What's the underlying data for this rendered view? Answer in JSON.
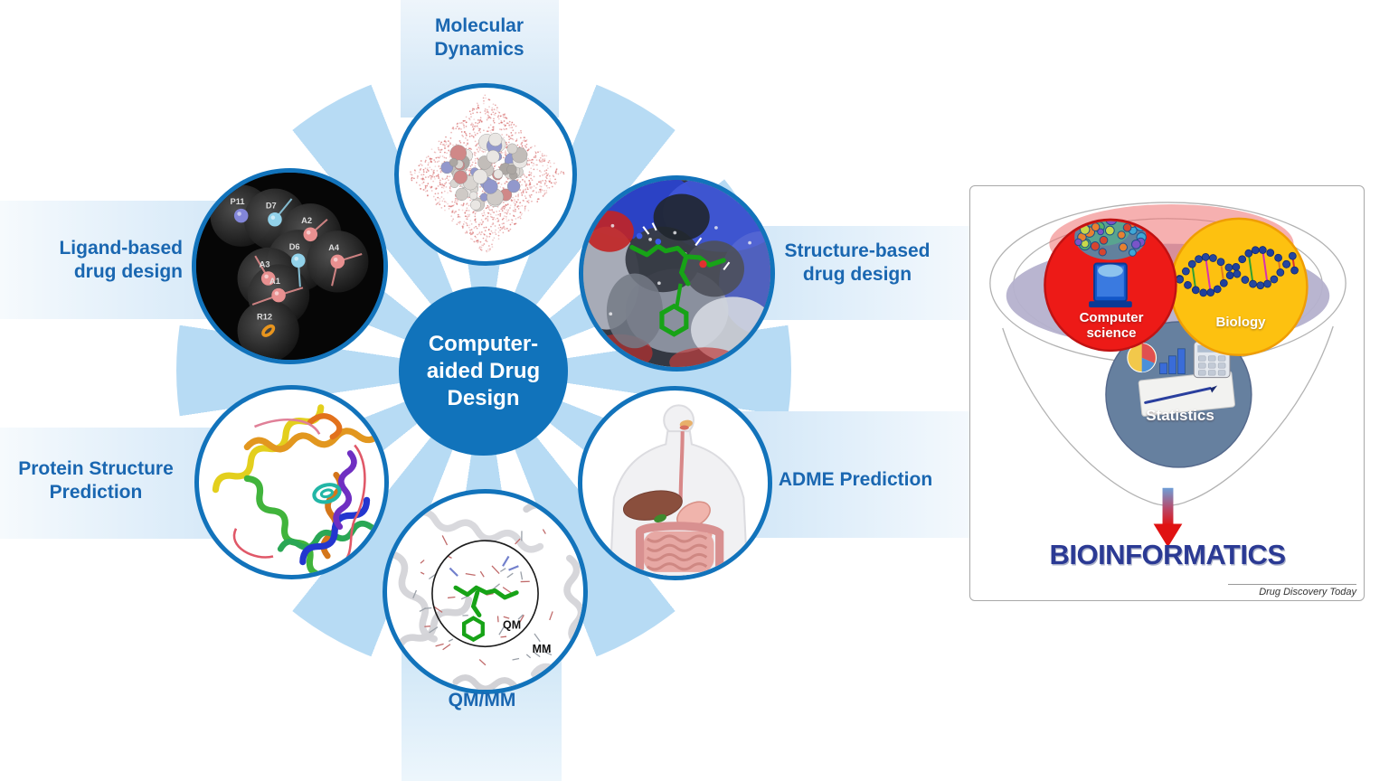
{
  "hub": {
    "center_label": "Computer-aided Drug Design",
    "nodes": [
      {
        "id": "molecular-dynamics",
        "label": "Molecular Dynamics"
      },
      {
        "id": "ligand-based",
        "label": "Ligand-based drug design"
      },
      {
        "id": "structure-based",
        "label": "Structure-based drug design"
      },
      {
        "id": "protein-structure",
        "label": "Protein Structure Prediction"
      },
      {
        "id": "adme",
        "label": "ADME Prediction"
      },
      {
        "id": "qmmm",
        "label": "QM/MM"
      }
    ],
    "pharmacophore_features": [
      {
        "label": "P11",
        "type": "purple-sphere"
      },
      {
        "label": "D7",
        "type": "cyan-sphere"
      },
      {
        "label": "A2",
        "type": "pink-sphere"
      },
      {
        "label": "D6",
        "type": "cyan-sphere"
      },
      {
        "label": "A4",
        "type": "pink-sphere"
      },
      {
        "label": "A3",
        "type": "pink-sphere"
      },
      {
        "label": "A1",
        "type": "pink-sphere"
      },
      {
        "label": "R12",
        "type": "orange-ring"
      }
    ],
    "qm_region_label": "QM",
    "mm_region_label": "MM"
  },
  "funnel_panel": {
    "inputs": [
      {
        "id": "computer-science",
        "label": "Computer science",
        "color": "#ed1a17"
      },
      {
        "id": "biology",
        "label": "Biology",
        "color": "#fdc110"
      },
      {
        "id": "statistics",
        "label": "Statistics",
        "color": "#66809f"
      }
    ],
    "output_label": "BIOINFORMATICS",
    "credit": "Drug Discovery Today"
  },
  "colors": {
    "label_blue": "#1a67b1",
    "circle_border_blue": "#1273bb",
    "hub_fill_blue": "#1173bb",
    "ray_blue": "#b7dbf4",
    "bioinformatics_navy": "#2b3a94"
  }
}
